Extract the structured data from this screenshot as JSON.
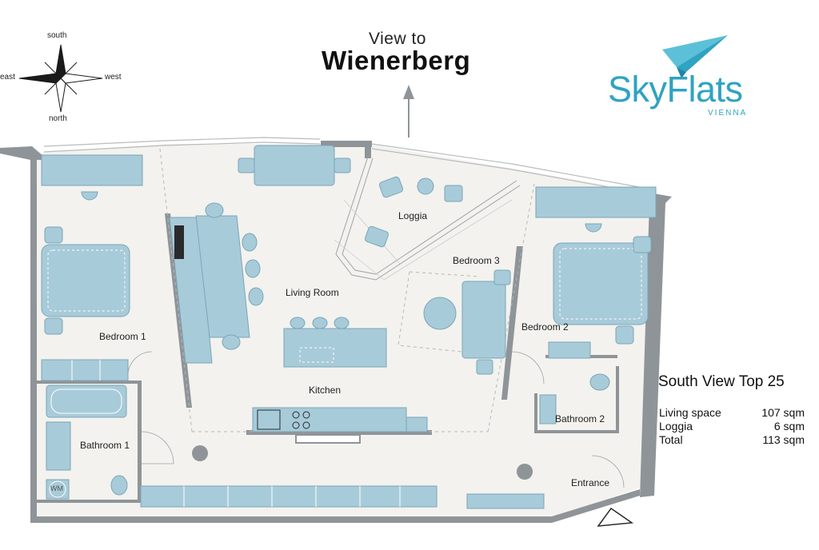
{
  "compass": {
    "north": "north",
    "south": "south",
    "east": "east",
    "west": "west"
  },
  "view": {
    "prefix": "View to",
    "target": "Wienerberg"
  },
  "brand": {
    "name": "SkyFlats",
    "city": "VIENNA",
    "color": "#2fa3c1"
  },
  "rooms": {
    "loggia": "Loggia",
    "bedroom3": "Bedroom 3",
    "living_room": "Living Room",
    "bedroom1": "Bedroom 1",
    "bedroom2": "Bedroom 2",
    "kitchen": "Kitchen",
    "bathroom1": "Bathroom 1",
    "bathroom2": "Bathroom 2",
    "entrance": "Entrance",
    "wm": "WM"
  },
  "summary": {
    "title": "South View Top 25",
    "rows": [
      {
        "label": "Living space",
        "value": "107 sqm"
      },
      {
        "label": "Loggia",
        "value": "6 sqm"
      },
      {
        "label": "Total",
        "value": "113 sqm"
      }
    ]
  },
  "colors": {
    "furniture": "#a8cbd9",
    "wall": "#8f9498",
    "floor": "#f3f2ee"
  }
}
